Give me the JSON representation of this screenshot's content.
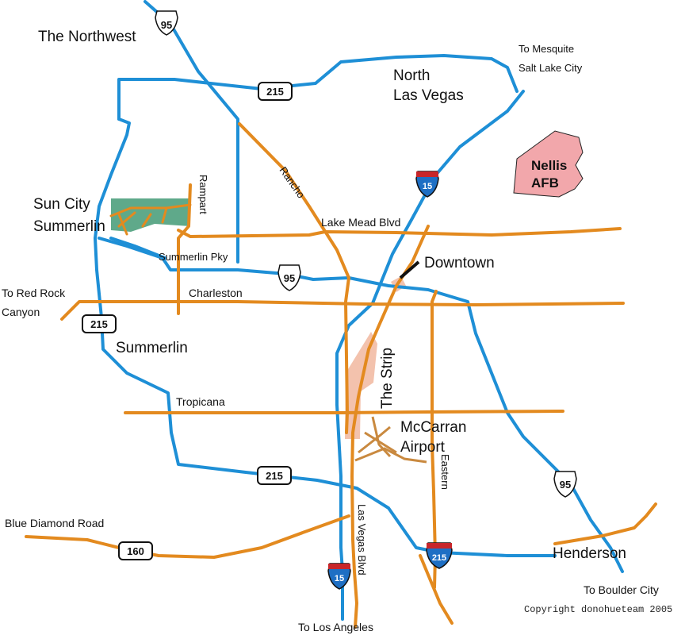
{
  "map": {
    "colors": {
      "freeway": "#1e8fd6",
      "arterial": "#e38a1f",
      "summerlin_area": "#5fa98a",
      "nellis_fill": "#f2a7ab",
      "strip_fill": "#f3c2ad",
      "airport_runways": "#c9893f"
    },
    "labels": {
      "northwest": "The Northwest",
      "north_lv_1": "North",
      "north_lv_2": "Las Vegas",
      "to_mesquite": "To Mesquite",
      "salt_lake": "Salt Lake City",
      "nellis_1": "Nellis",
      "nellis_2": "AFB",
      "sun_city_1": "Sun City",
      "sun_city_2": "Summerlin",
      "rampart": "Rampart",
      "rancho": "Rancho",
      "lake_mead": "Lake Mead Blvd",
      "downtown": "Downtown",
      "summerlin_pky": "Summerlin Pky",
      "red_rock_1": "To Red Rock",
      "red_rock_2": "Canyon",
      "charleston": "Charleston",
      "summerlin": "Summerlin",
      "the_strip": "The Strip",
      "tropicana": "Tropicana",
      "mccarran_1": "McCarran",
      "mccarran_2": "Airport",
      "eastern": "Eastern",
      "blue_diamond": "Blue Diamond Road",
      "las_vegas_blvd": "Las Vegas Blvd",
      "henderson": "Henderson",
      "to_boulder": "To Boulder City",
      "to_la": "To Los Angeles",
      "copyright": "Copyright donohueteam 2005"
    },
    "shields": {
      "i95_north": "95",
      "i95_center": "95",
      "i95_henderson": "95",
      "i15_north": "15",
      "i15_south": "15",
      "i215_east": "215",
      "us215_north": "215",
      "us215_west": "215",
      "us215_south": "215",
      "sr160": "160"
    }
  }
}
